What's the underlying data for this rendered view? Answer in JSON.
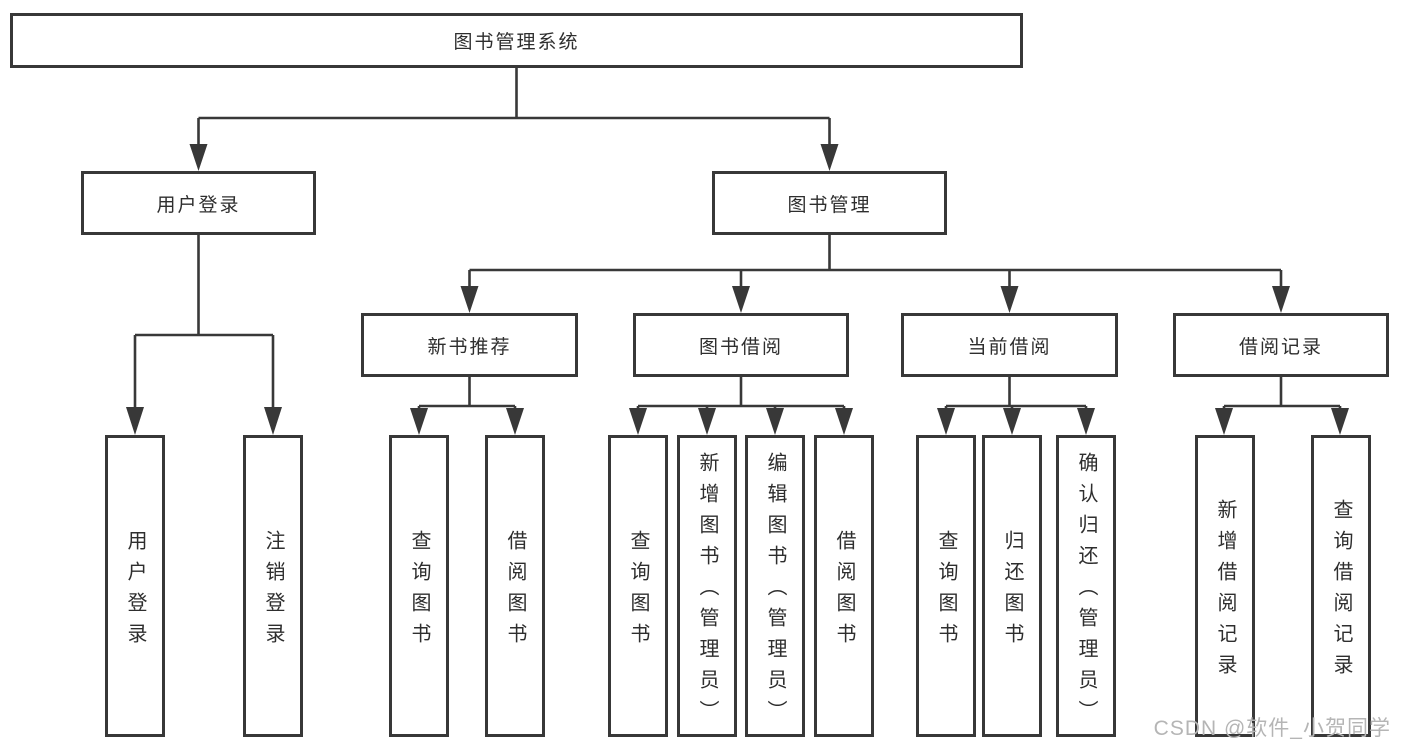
{
  "diagram": {
    "title": "图书管理系统",
    "tree": {
      "root": {
        "label": "图书管理系统"
      },
      "level2": [
        {
          "label": "用户登录",
          "children": [
            {
              "label": "用户登录"
            },
            {
              "label": "注销登录"
            }
          ]
        },
        {
          "label": "图书管理",
          "children": [
            {
              "label": "新书推荐",
              "children": [
                {
                  "label": "查询图书"
                },
                {
                  "label": "借阅图书"
                }
              ]
            },
            {
              "label": "图书借阅",
              "children": [
                {
                  "label": "查询图书"
                },
                {
                  "label": "新增图书（管理员）"
                },
                {
                  "label": "编辑图书（管理员）"
                },
                {
                  "label": "借阅图书"
                }
              ]
            },
            {
              "label": "当前借阅",
              "children": [
                {
                  "label": "查询图书"
                },
                {
                  "label": "归还图书"
                },
                {
                  "label": "确认归还（管理员）"
                }
              ]
            },
            {
              "label": "借阅记录",
              "children": [
                {
                  "label": "新增借阅记录"
                },
                {
                  "label": "查询借阅记录"
                }
              ]
            }
          ]
        }
      ]
    }
  },
  "watermark": {
    "text": "CSDN @软件_小贺同学"
  },
  "colors": {
    "stroke": "#383838",
    "box_fill": "#ffffff",
    "text": "#2e2e2e",
    "watermark": "#b5b5b5",
    "background": "#ffffff"
  }
}
